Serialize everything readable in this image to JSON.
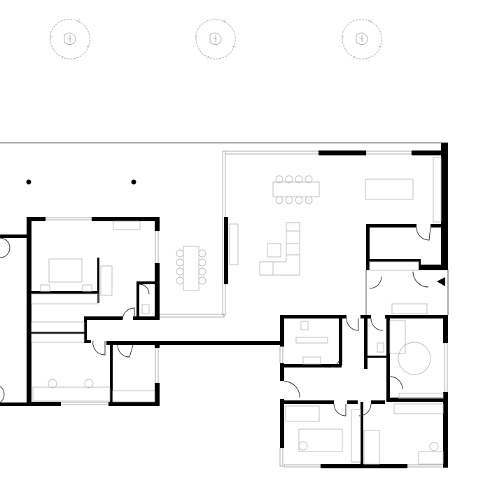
{
  "plan": {
    "type": "floor-plan",
    "colors": {
      "wall": "#000000",
      "furniture": "#bbbbbb",
      "tree": "#aaaaaa",
      "background": "#ffffff"
    },
    "trees": 3,
    "columns": 2
  }
}
